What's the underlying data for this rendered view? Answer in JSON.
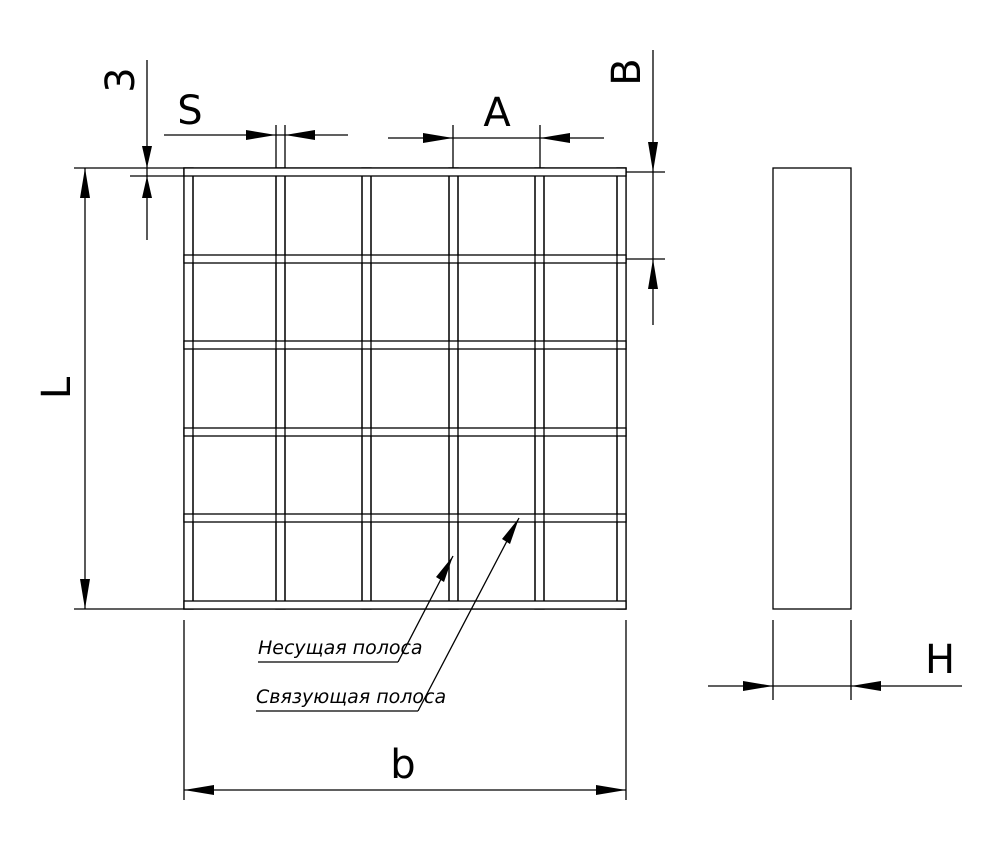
{
  "labels": {
    "thickness": "3",
    "step_s": "S",
    "cell_a": "A",
    "cell_b": "B",
    "length": "L",
    "width": "b",
    "height": "H"
  },
  "callouts": {
    "bearing_bar": "Несущая полоса",
    "cross_bar": "Связующая полоса"
  },
  "grid": {
    "columns": 5,
    "rows": 5
  },
  "colors": {
    "line": "#000000",
    "background": "#ffffff"
  }
}
